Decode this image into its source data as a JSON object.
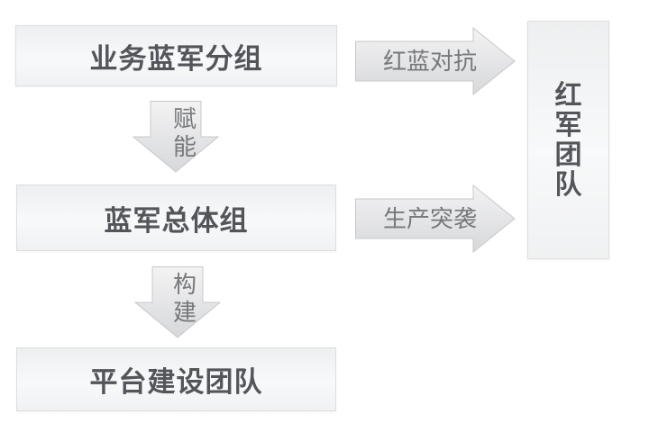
{
  "diagram": {
    "nodes": {
      "business_blue_group": {
        "label": "业务蓝军分组"
      },
      "blue_overall_group": {
        "label": "蓝军总体组"
      },
      "platform_team": {
        "label": "平台建设团队"
      },
      "red_team": {
        "label": "红军团队"
      }
    },
    "edges": {
      "empower": {
        "label": "赋能",
        "from": "business_blue_group",
        "to": "blue_overall_group",
        "direction": "down"
      },
      "build": {
        "label": "构建",
        "from": "blue_overall_group",
        "to": "platform_team",
        "direction": "down"
      },
      "red_blue_confrontation": {
        "label": "红蓝对抗",
        "from": "business_blue_group",
        "to": "red_team",
        "direction": "right"
      },
      "production_raid": {
        "label": "生产突袭",
        "from": "blue_overall_group",
        "to": "red_team",
        "direction": "right"
      }
    },
    "colors": {
      "background": "#ffffff",
      "box_fill_top": "#edeff0",
      "box_fill_mid": "#f8f9fa",
      "box_fill_bottom": "#f0f1f2",
      "box_border": "#dcdee0",
      "box_text": "#53555a",
      "arrow_fill_top": "#f3f3f4",
      "arrow_fill_bottom": "#d7d8da",
      "arrow_border": "#c7c8ca",
      "arrow_label_text": "#77787a"
    }
  }
}
